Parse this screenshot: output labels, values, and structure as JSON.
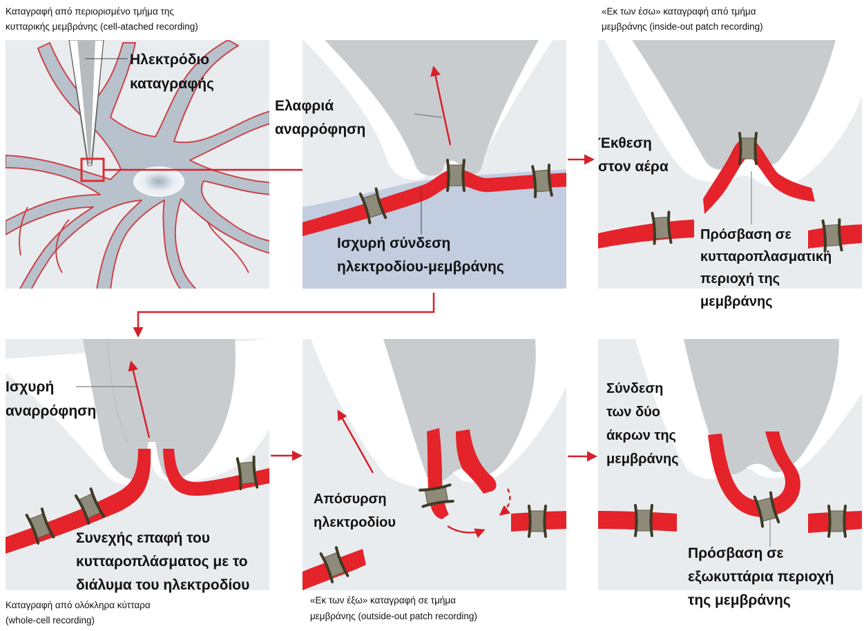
{
  "colors": {
    "panel_bg": "#e9ecef",
    "pipette_fill": "#c9ccce",
    "pipette_glass": "#ffffff",
    "membrane_red": "#e4232b",
    "arrow_red": "#d6202a",
    "channel_gray": "#8e8b7a",
    "channel_dark": "#3f3a24",
    "cytoplasm_blue": "#c2cde0",
    "cell_body": "#b8c2cc",
    "nucleus": "#e9eef3"
  },
  "captions": {
    "top_left": [
      "Καταγραφή από περιορισμένο τμήμα της",
      "κυτταρικής μεμβράνης (cell-atached recording)"
    ],
    "top_right": [
      "«Εκ των έσω» καταγραφή από τμήμα",
      "μεμβράνης (inside-out patch recording)"
    ],
    "bottom_left": [
      "Καταγραφή από ολόκληρα κύτταρα",
      "(whole-cell recording)"
    ],
    "bottom_middle": [
      "«Εκ των έξω» καταγραφή σε τμήμα",
      "μεμβράνης (outside-out patch recording)"
    ]
  },
  "panels": {
    "p1": {
      "label": [
        "Ηλεκτρόδιο",
        "καταγραφής"
      ]
    },
    "p2": {
      "label_top": [
        "Ελαφριά",
        "αναρρόφηση"
      ],
      "label_bottom": [
        "Ισχυρή σύνδεση",
        "ηλεκτροδίου-μεμβράνης"
      ]
    },
    "p3": {
      "label_left": [
        "Έκθεση",
        "στον αέρα"
      ],
      "label_bottom": [
        "Πρόσβαση σε",
        "κυτταροπλασματική",
        "περιοχή της",
        "μεμβράνης"
      ]
    },
    "p4": {
      "label_top": [
        "Ισχυρή",
        "αναρρόφηση"
      ],
      "label_bottom": [
        "Συνεχής επαφή του",
        "κυτταροπλάσματος με το",
        "διάλυμα του ηλεκτροδίου"
      ]
    },
    "p5": {
      "label": [
        "Απόσυρση",
        "ηλεκτροδίου"
      ]
    },
    "p6": {
      "label_top": [
        "Σύνδεση",
        "των δύο",
        "άκρων της",
        "μεμβράνης"
      ],
      "label_bottom": [
        "Πρόσβαση σε",
        "εξωκυττάρια περιοχή",
        "της μεμβράνης"
      ]
    }
  }
}
